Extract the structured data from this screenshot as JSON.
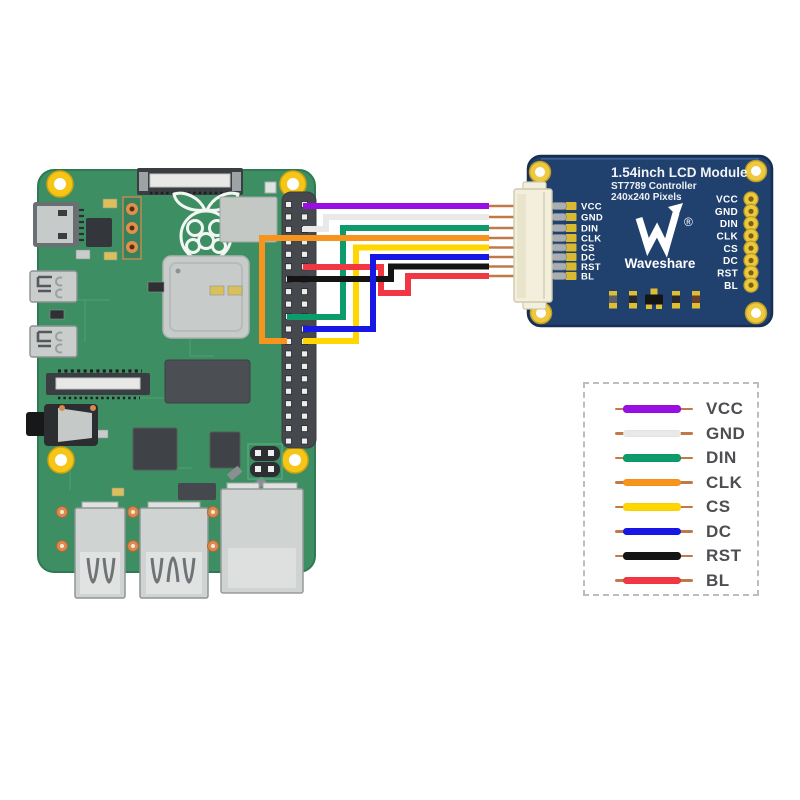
{
  "diagram": {
    "lcd_module": {
      "title": "1.54inch LCD Module",
      "controller": "ST7789 Controller",
      "resolution": "240x240 Pixels",
      "brand": "Waveshare",
      "registered_mark": "®",
      "board_color": "#20406e",
      "left_pins": [
        "VCC",
        "GND",
        "DIN",
        "CLK",
        "CS",
        "DC",
        "RST",
        "BL"
      ],
      "right_pads": [
        "VCC",
        "GND",
        "DIN",
        "CLK",
        "CS",
        "DC",
        "RST",
        "BL"
      ]
    },
    "pi_board": {
      "board_color": "#3e8e63"
    },
    "wires": [
      {
        "signal": "VCC",
        "color": "#990fe3"
      },
      {
        "signal": "GND",
        "color": "#e9e9e7"
      },
      {
        "signal": "DIN",
        "color": "#0d9b6c"
      },
      {
        "signal": "CLK",
        "color": "#f7941e"
      },
      {
        "signal": "CS",
        "color": "#ffd600"
      },
      {
        "signal": "DC",
        "color": "#1717e6"
      },
      {
        "signal": "RST",
        "color": "#141414"
      },
      {
        "signal": "BL",
        "color": "#f23744"
      }
    ],
    "legend": {
      "items": [
        {
          "label": "VCC",
          "color": "#990fe3"
        },
        {
          "label": "GND",
          "color": "#e9e9e7"
        },
        {
          "label": "DIN",
          "color": "#0d9b6c"
        },
        {
          "label": "CLK",
          "color": "#f7941e"
        },
        {
          "label": "CS",
          "color": "#ffd600"
        },
        {
          "label": "DC",
          "color": "#1717e6"
        },
        {
          "label": "RST",
          "color": "#141414"
        },
        {
          "label": "BL",
          "color": "#f23744"
        }
      ]
    }
  }
}
